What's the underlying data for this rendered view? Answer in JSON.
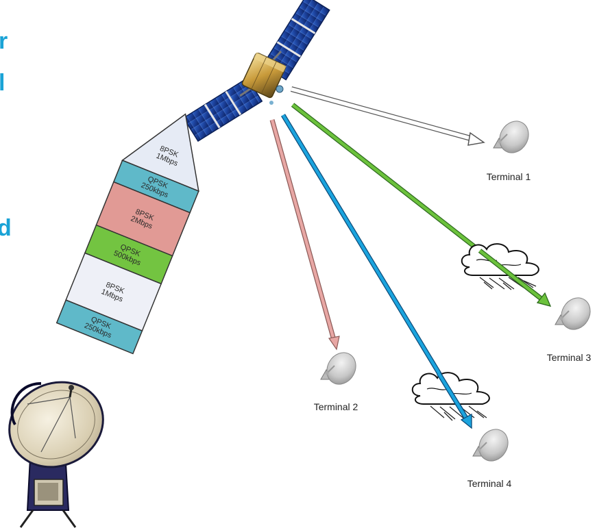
{
  "left_partial_text": [
    "r",
    "l",
    "d"
  ],
  "carrier_stack": [
    {
      "modulation": "8PSK",
      "rate": "1Mbps",
      "color": "#e6ebf5"
    },
    {
      "modulation": "QPSK",
      "rate": "250kbps",
      "color": "#5fb9c9"
    },
    {
      "modulation": "8PSK",
      "rate": "2Mbps",
      "color": "#e19a95"
    },
    {
      "modulation": "QPSK",
      "rate": "500kbps",
      "color": "#73c441"
    },
    {
      "modulation": "8PSK",
      "rate": "1Mbps",
      "color": "#eef0f7"
    },
    {
      "modulation": "QPSK",
      "rate": "250kbps",
      "color": "#5fb9c9"
    }
  ],
  "terminals": [
    {
      "label": "Terminal 1",
      "beam_color": "#ffffff"
    },
    {
      "label": "Terminal 2",
      "beam_color": "#e8a7a4"
    },
    {
      "label": "Terminal 3",
      "beam_color": "#6cc23c"
    },
    {
      "label": "Terminal 4",
      "beam_color": "#1ba4de"
    }
  ],
  "icons": [
    "satellite-icon",
    "ground-station-dish-icon",
    "terminal-dish-icon",
    "rain-cloud-icon"
  ]
}
